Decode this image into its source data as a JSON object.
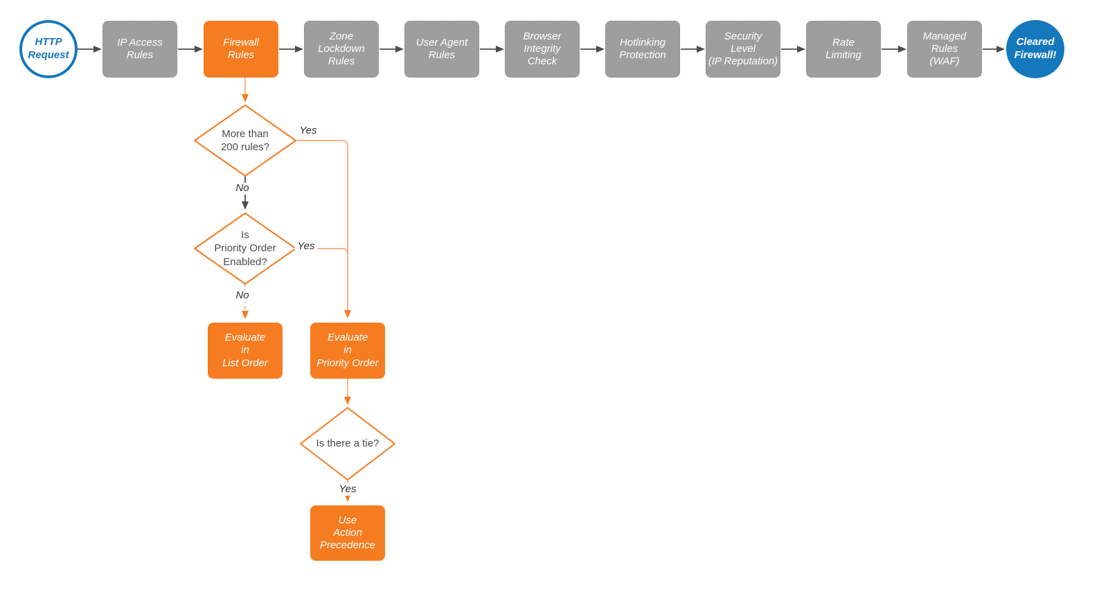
{
  "diagram": {
    "title_hint": "HTTP request firewall evaluation flowchart",
    "start": {
      "label": "HTTP\nRequest"
    },
    "end": {
      "label": "Cleared\nFirewall!"
    },
    "pipeline": [
      {
        "id": "ip-access-rules",
        "label": "IP Access\nRules"
      },
      {
        "id": "firewall-rules",
        "label": "Firewall\nRules"
      },
      {
        "id": "zone-lockdown-rules",
        "label": "Zone\nLockdown\nRules"
      },
      {
        "id": "user-agent-rules",
        "label": "User Agent\nRules"
      },
      {
        "id": "browser-integrity-check",
        "label": "Browser\nIntegrity\nCheck"
      },
      {
        "id": "hotlinking-protection",
        "label": "Hotlinking\nProtection"
      },
      {
        "id": "security-level",
        "label": "Security\nLevel\n(IP Reputation)"
      },
      {
        "id": "rate-limiting",
        "label": "Rate\nLimiting"
      },
      {
        "id": "managed-rules-waf",
        "label": "Managed\nRules\n(WAF)"
      }
    ],
    "decisions": [
      {
        "id": "more-than-200-rules",
        "label": "More than\n200 rules?"
      },
      {
        "id": "priority-order-enabled",
        "label": "Is\nPriority Order\nEnabled?"
      },
      {
        "id": "is-there-a-tie",
        "label": "Is there a tie?"
      }
    ],
    "actions": [
      {
        "id": "evaluate-in-list-order",
        "label": "Evaluate\nin\nList Order"
      },
      {
        "id": "evaluate-in-priority-order",
        "label": "Evaluate\nin\nPriority Order"
      },
      {
        "id": "use-action-precedence",
        "label": "Use\nAction\nPrecedence"
      }
    ],
    "edge_labels": [
      {
        "id": "yes-1",
        "label": "Yes"
      },
      {
        "id": "no-1",
        "label": "No"
      },
      {
        "id": "yes-2",
        "label": "Yes"
      },
      {
        "id": "no-2",
        "label": "No"
      },
      {
        "id": "yes-3",
        "label": "Yes"
      }
    ],
    "colors": {
      "orange_fill": "#f57c20",
      "gray_fill": "#9e9e9e",
      "blue": "#1478bd",
      "wire_dark": "#4d4d4d",
      "wire_orange": "#f79a62",
      "diamond_stroke": "#f57c20",
      "background": "#ffffff"
    }
  }
}
